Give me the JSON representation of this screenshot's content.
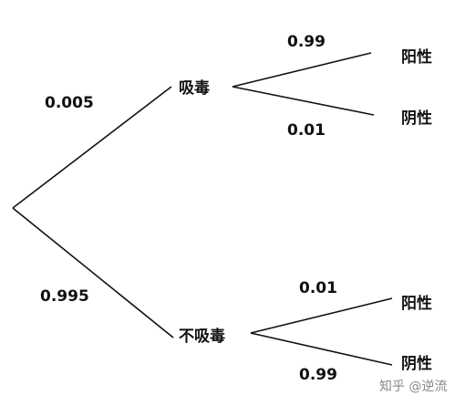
{
  "diagram": {
    "root_to_drug": {
      "probability": "0.005"
    },
    "root_to_nodrug": {
      "probability": "0.995"
    },
    "drug_node": {
      "label": "吸毒",
      "positive": {
        "probability": "0.99",
        "label": "阳性"
      },
      "negative": {
        "probability": "0.01",
        "label": "阴性"
      }
    },
    "nodrug_node": {
      "label": "不吸毒",
      "positive": {
        "probability": "0.01",
        "label": "阳性"
      },
      "negative": {
        "probability": "0.99",
        "label": "阴性"
      }
    }
  },
  "watermark": {
    "text": "知乎 @逆流"
  },
  "colors": {
    "line": "#111111",
    "text": "#111111",
    "watermark": "#8a8a8a"
  }
}
